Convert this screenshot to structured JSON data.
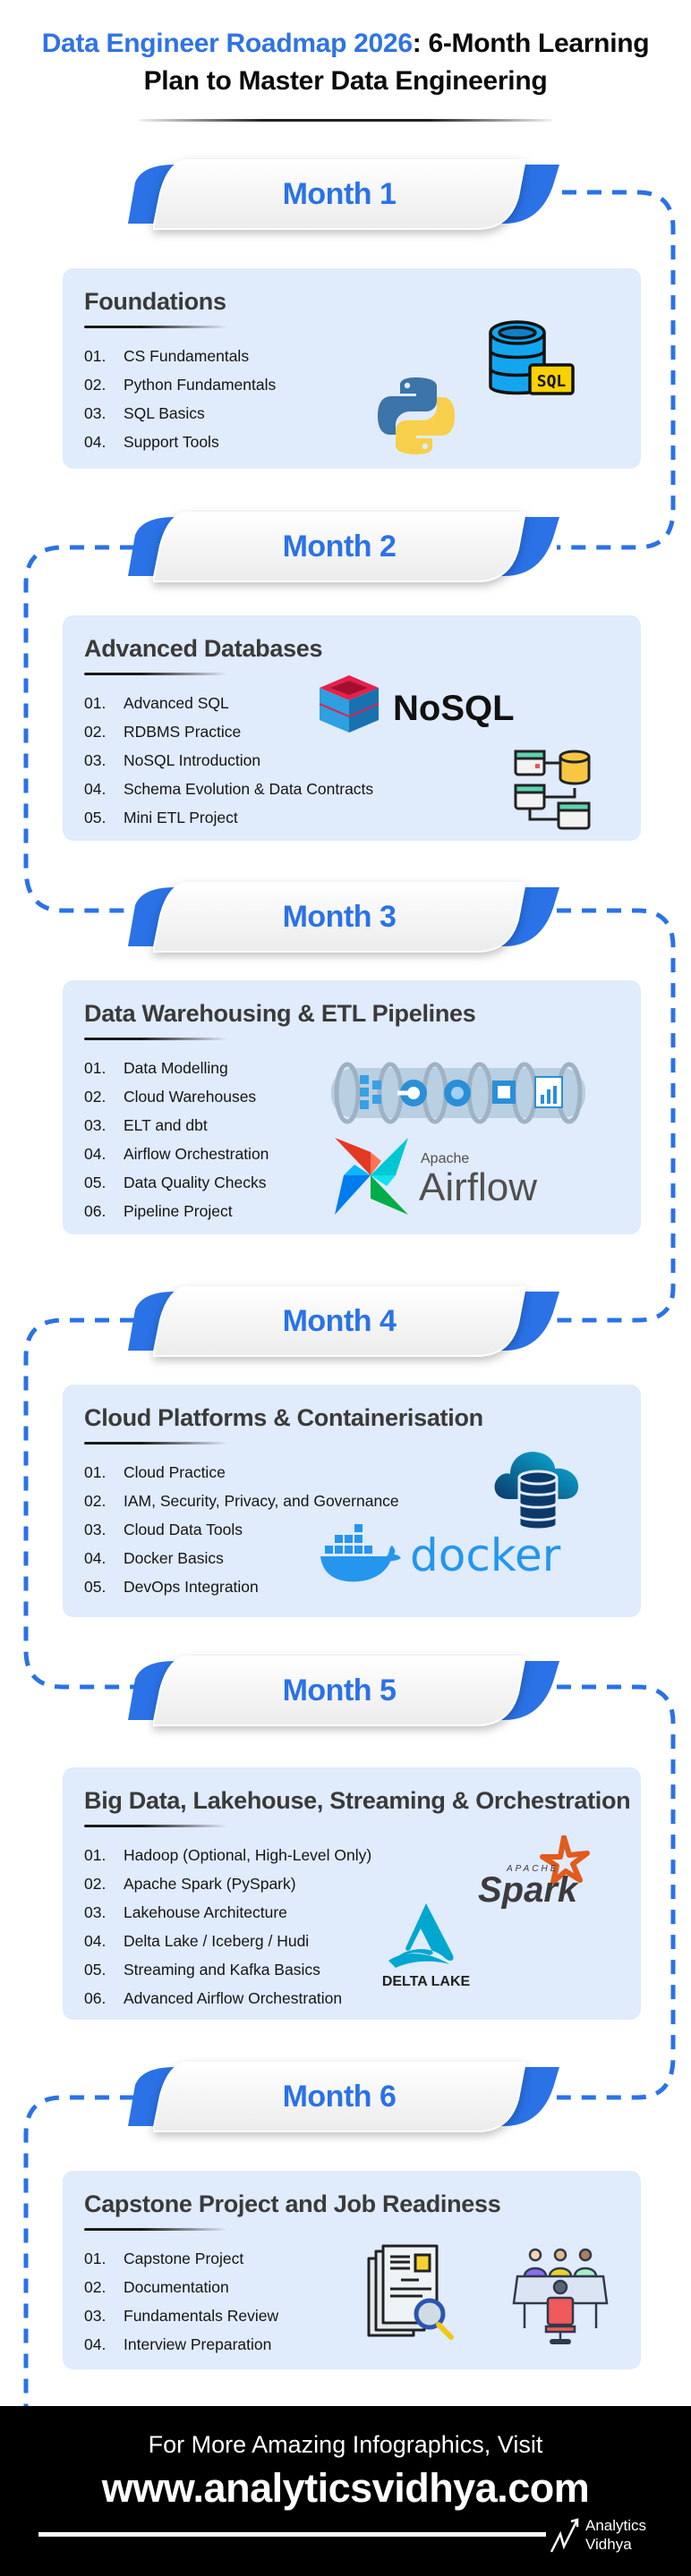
{
  "header": {
    "title_accent": "Data Engineer Roadmap 2026",
    "title_rest_line1": ": 6-Month Learning",
    "title_line2": "Plan to Master Data Engineering"
  },
  "colors": {
    "accent": "#2a72e6",
    "card_bg": "#e0ebfc",
    "path": "#2a72e6",
    "footer_bg": "#000000"
  },
  "months": [
    {
      "label": "Month 1",
      "heading": "Foundations",
      "items": [
        {
          "num": "01.",
          "text": "CS Fundamentals"
        },
        {
          "num": "02.",
          "text": "Python Fundamentals"
        },
        {
          "num": "03.",
          "text": "SQL Basics"
        },
        {
          "num": "04.",
          "text": "Support Tools"
        }
      ],
      "icons": [
        "python-logo-icon",
        "sql-database-icon"
      ],
      "icon_text": {
        "sql": "SQL"
      }
    },
    {
      "label": "Month 2",
      "heading": "Advanced Databases",
      "items": [
        {
          "num": "01.",
          "text": "Advanced SQL"
        },
        {
          "num": "02.",
          "text": "RDBMS Practice"
        },
        {
          "num": "03.",
          "text": "NoSQL Introduction"
        },
        {
          "num": "04.",
          "text": "Schema Evolution & Data Contracts"
        },
        {
          "num": "05.",
          "text": "Mini ETL Project"
        }
      ],
      "icons": [
        "nosql-logo-icon",
        "database-schema-icon"
      ],
      "icon_text": {
        "nosql": "NoSQL"
      }
    },
    {
      "label": "Month 3",
      "heading": "Data Warehousing & ETL Pipelines",
      "items": [
        {
          "num": "01.",
          "text": "Data Modelling"
        },
        {
          "num": "02.",
          "text": "Cloud Warehouses"
        },
        {
          "num": "03.",
          "text": "ELT and dbt"
        },
        {
          "num": "04.",
          "text": "Airflow Orchestration"
        },
        {
          "num": "05.",
          "text": "Data Quality Checks"
        },
        {
          "num": "06.",
          "text": "Pipeline Project"
        }
      ],
      "icons": [
        "data-pipeline-icon",
        "apache-airflow-logo-icon"
      ],
      "icon_text": {
        "apache": "Apache",
        "airflow": "Airflow"
      }
    },
    {
      "label": "Month 4",
      "heading": "Cloud Platforms & Containerisation",
      "items": [
        {
          "num": "01.",
          "text": "Cloud Practice"
        },
        {
          "num": "02.",
          "text": "IAM, Security, Privacy, and Governance"
        },
        {
          "num": "03.",
          "text": "Cloud Data Tools"
        },
        {
          "num": "04.",
          "text": "Docker Basics"
        },
        {
          "num": "05.",
          "text": "DevOps Integration"
        }
      ],
      "icons": [
        "cloud-database-icon",
        "docker-logo-icon"
      ],
      "icon_text": {
        "docker": "docker"
      }
    },
    {
      "label": "Month 5",
      "heading": "Big Data, Lakehouse, Streaming & Orchestration",
      "items": [
        {
          "num": "01.",
          "text": "Hadoop (Optional, High-Level Only)"
        },
        {
          "num": "02.",
          "text": "Apache Spark (PySpark)"
        },
        {
          "num": "03.",
          "text": "Lakehouse Architecture"
        },
        {
          "num": "04.",
          "text": "Delta Lake / Iceberg / Hudi"
        },
        {
          "num": "05.",
          "text": "Streaming and Kafka Basics"
        },
        {
          "num": "06.",
          "text": "Advanced Airflow Orchestration"
        }
      ],
      "icons": [
        "apache-spark-logo-icon",
        "delta-lake-logo-icon"
      ],
      "icon_text": {
        "apache": "APACHE",
        "spark": "Spark",
        "delta": "DELTA LAKE"
      }
    },
    {
      "label": "Month 6",
      "heading": "Capstone Project and Job Readiness",
      "items": [
        {
          "num": "01.",
          "text": "Capstone Project"
        },
        {
          "num": "02.",
          "text": "Documentation"
        },
        {
          "num": "03.",
          "text": "Fundamentals Review"
        },
        {
          "num": "04.",
          "text": "Interview Preparation"
        }
      ],
      "icons": [
        "document-search-icon",
        "interview-panel-icon"
      ]
    }
  ],
  "footer": {
    "cta": "For More Amazing Infographics, Visit",
    "url": "www.analyticsvidhya.com",
    "brand_line1": "Analytics",
    "brand_line2": "Vidhya"
  }
}
